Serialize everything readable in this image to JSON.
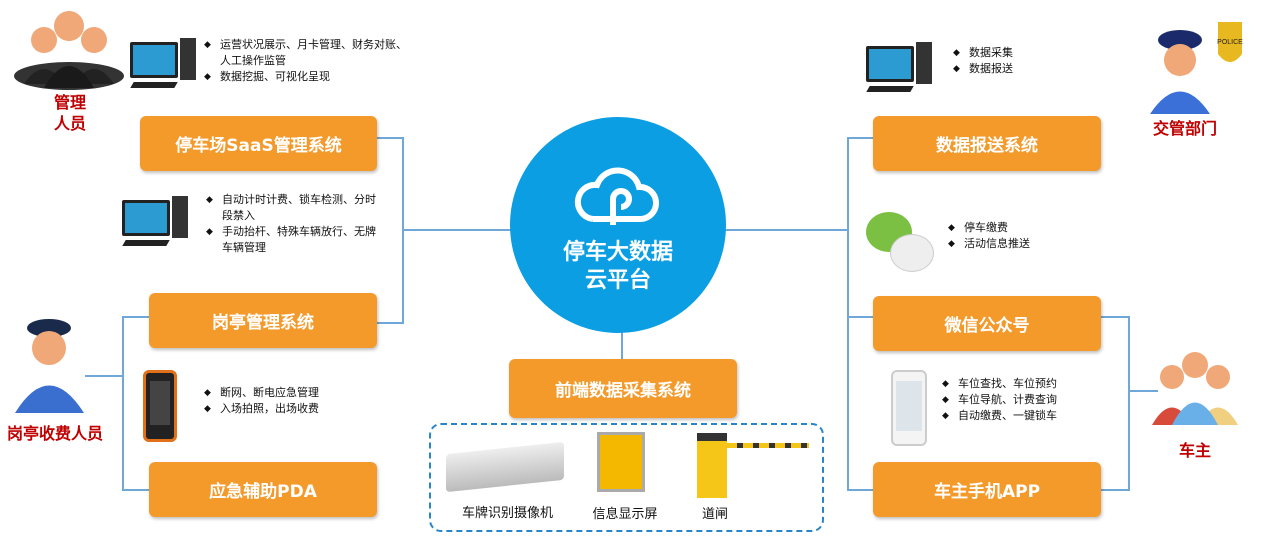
{
  "center": {
    "line1": "停车大数据",
    "line2": "云平台",
    "icon": "cloud-icon"
  },
  "roles": {
    "admin": [
      "管理",
      "人员"
    ],
    "booth": "岗亭收费人员",
    "traffic": "交管部门",
    "owner": "车主"
  },
  "systems": {
    "saas": "停车场SaaS管理系统",
    "booth": "岗亭管理系统",
    "pda": "应急辅助PDA",
    "frontend": "前端数据采集系统",
    "report": "数据报送系统",
    "wechat": "微信公众号",
    "app": "车主手机APP"
  },
  "bullets": {
    "saas": [
      "运营状况展示、月卡管理、财务对账、",
      "人工操作监管",
      "数据挖掘、可视化呈现"
    ],
    "booth": [
      "自动计时计费、锁车检测、分时",
      "段禁入",
      "手动抬杆、特殊车辆放行、无牌",
      "车辆管理"
    ],
    "pda": [
      "断网、断电应急管理",
      "入场拍照，出场收费"
    ],
    "report": [
      "数据采集",
      "数据报送"
    ],
    "wechat": [
      "停车缴费",
      "活动信息推送"
    ],
    "app": [
      "车位查找、车位预约",
      "车位导航、计费查询",
      "自动缴费、一键锁车"
    ]
  },
  "devices": [
    "车牌识别摄像机",
    "信息显示屏",
    "道闸"
  ],
  "police_badge": "POLICE",
  "colors": {
    "orange": "#f39a2b",
    "blue": "#0b9ee3",
    "line": "#6fa7d8",
    "red": "#c00000"
  }
}
